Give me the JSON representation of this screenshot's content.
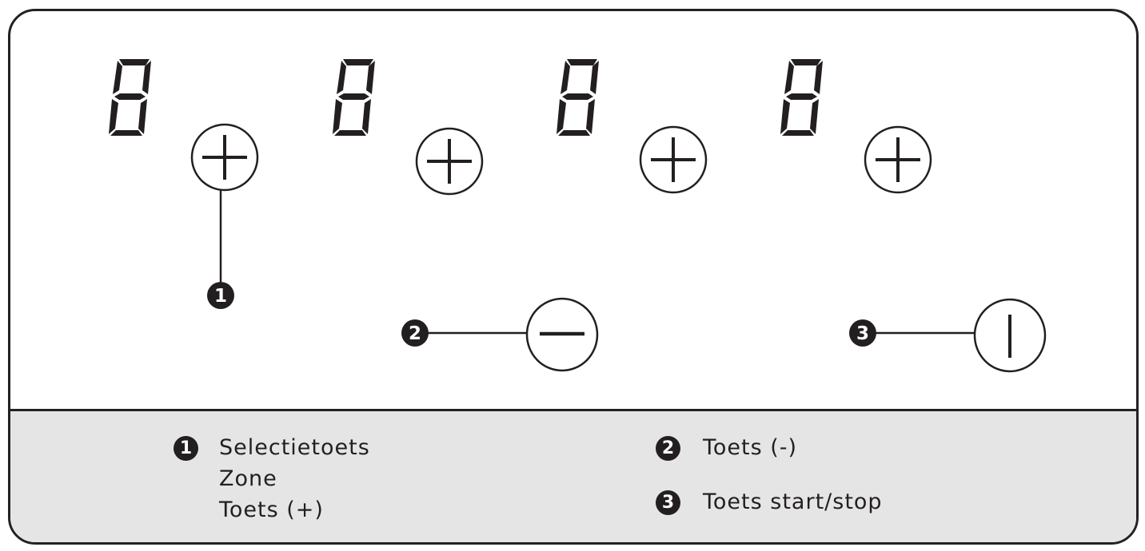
{
  "display": {
    "digit_count": 4,
    "segment_color": "#231f20"
  },
  "callouts": [
    {
      "number": "1",
      "target": "plus-key"
    },
    {
      "number": "2",
      "target": "minus-key"
    },
    {
      "number": "3",
      "target": "start-stop-key"
    }
  ],
  "keys": {
    "plus": {
      "icon": "plus-icon",
      "count": 4
    },
    "minus": {
      "icon": "minus-icon"
    },
    "start_stop": {
      "icon": "power-bar-icon"
    }
  },
  "legend": {
    "background": "#e5e5e6",
    "items": [
      {
        "number": "1",
        "lines": [
          "Selectietoets",
          "Zone",
          "Toets (+)"
        ]
      },
      {
        "number": "2",
        "lines": [
          "Toets (-)"
        ]
      },
      {
        "number": "3",
        "lines": [
          "Toets start/stop"
        ]
      }
    ]
  }
}
